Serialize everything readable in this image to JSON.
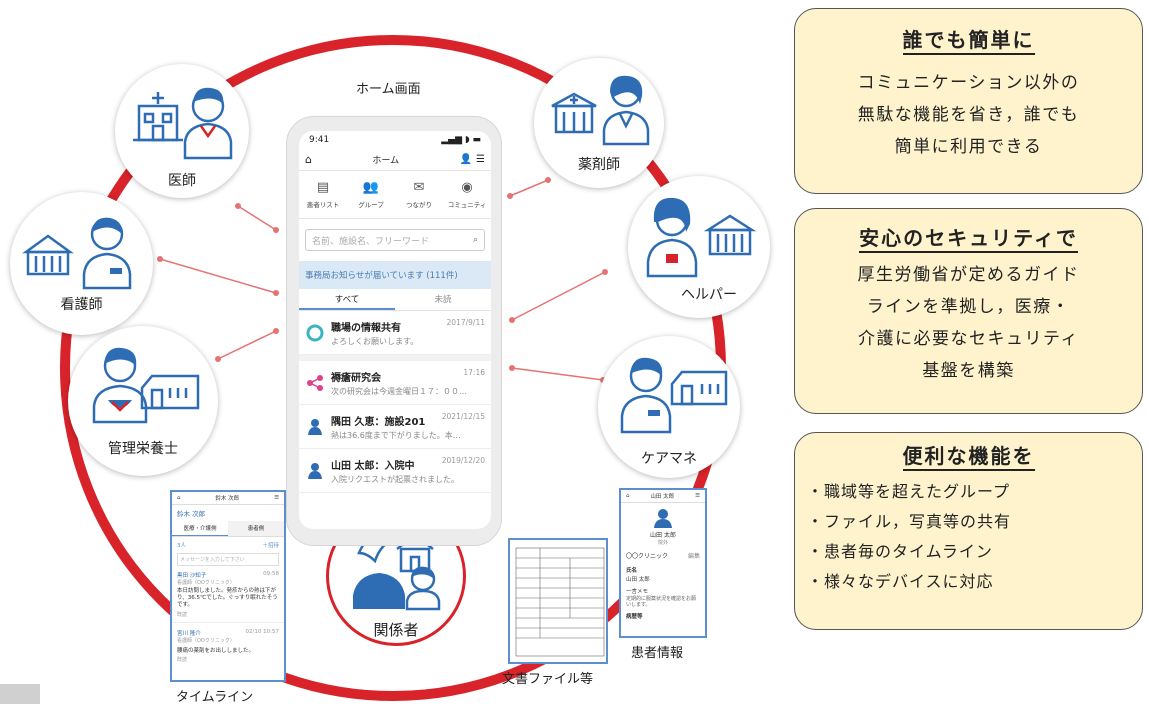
{
  "colors": {
    "ring": "#d9232a",
    "accent": "#2e6db4",
    "connector": "#e57373",
    "box_fill": "#fff3cd",
    "box_border": "#555555"
  },
  "home_caption": "ホーム画面",
  "roles": {
    "doctor": "医師",
    "nurse": "看護師",
    "dietitian": "管理栄養士",
    "pharmacist": "薬剤師",
    "helper": "ヘルパー",
    "care_manager": "ケアマネ",
    "related": "関係者"
  },
  "phone": {
    "time": "9:41",
    "title": "ホーム",
    "tabs": [
      {
        "icon": "patient-list-icon",
        "glyph": "▤",
        "label": "患者リスト"
      },
      {
        "icon": "group-icon",
        "glyph": "👥",
        "label": "グループ"
      },
      {
        "icon": "mail-icon",
        "glyph": "✉",
        "label": "つながり"
      },
      {
        "icon": "community-icon",
        "glyph": "◉",
        "label": "コミュニティ"
      }
    ],
    "search_placeholder": "名前、施設名、フリーワード",
    "notice": "事務局お知らせが届いています (111件)",
    "segments": {
      "all": "すべて",
      "unread": "未読"
    },
    "items": [
      {
        "title": "職場の情報共有",
        "sub": "よろしくお願いします。",
        "date": "2017/9/11",
        "avatar": "ring"
      },
      {
        "title": "褥瘡研究会",
        "sub": "次の研究会は今週金曜日１７：００…",
        "date": "17:16",
        "avatar": "network"
      },
      {
        "title": "隅田 久恵：施設201",
        "sub": "熱は36.6度まで下がりました。本…",
        "date": "2021/12/15",
        "avatar": "person"
      },
      {
        "title": "山田 太郎：入院中",
        "sub": "入院リクエストが起票されました。",
        "date": "2019/12/20",
        "avatar": "person"
      }
    ]
  },
  "timeline": {
    "caption": "タイムライン",
    "header": "鈴木 次郎",
    "name": "鈴木 次郎",
    "tab_a": "医療・介護側",
    "tab_b": "患者側",
    "participants": "3人",
    "invite": "＋招待",
    "input_placeholder": "メッセージを入力して下さい",
    "post1_name": "黒田 沙知子",
    "post1_org": "看護師（OOクリニック）",
    "post1_time": "09:58",
    "post1_text": "本日訪問しました。発疹からの熱は下がり、36.5℃でした。ぐっすり眠れたそうです。",
    "post1_read": "既読",
    "post2_name": "宮川 隆介",
    "post2_org": "看護師（OOクリニック）",
    "post2_time": "02/10 10:57",
    "post2_text": "腰痛の薬剤をお出ししました。",
    "post2_read": "既読"
  },
  "documents": {
    "caption": "文書ファイル等"
  },
  "patient": {
    "caption": "患者情報",
    "header": "山田 太郎",
    "name": "山田 太郎",
    "status": "院外",
    "clinic": "〇〇クリニック",
    "edit": "編集",
    "field_label": "氏名",
    "field_value": "山田 太郎",
    "memo": "一言メモ",
    "memo_text": "定期的に服薬状況を確認をお願いします。",
    "history": "病歴等"
  },
  "boxes": [
    {
      "title": "誰でも簡単に",
      "lines": [
        "コミュニケーション以外の",
        "無駄な機能を省き，誰でも",
        "簡単に利用できる"
      ]
    },
    {
      "title": "安心のセキュリティで",
      "lines": [
        "厚生労働省が定めるガイド",
        "ラインを準拠し，医療・",
        "介護に必要なセキュリティ",
        "基盤を構築"
      ]
    },
    {
      "title": "便利な機能を",
      "items": [
        "・職域等を超えたグループ",
        "・ファイル，写真等の共有",
        "・患者毎のタイムライン",
        "・様々なデバイスに対応"
      ]
    }
  ]
}
